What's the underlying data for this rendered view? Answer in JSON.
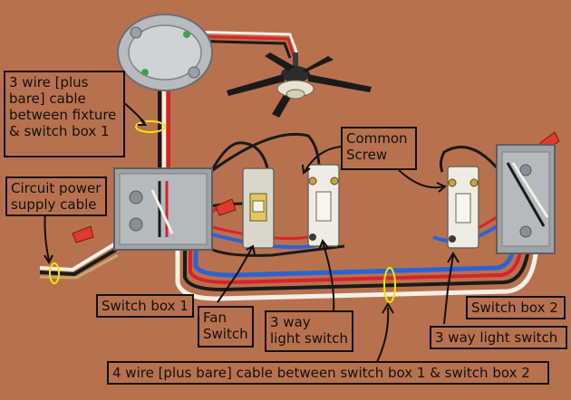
{
  "diagram": {
    "background_color": "#b8714e",
    "wire_colors": {
      "black": "#1a1a1a",
      "red": "#d8232a",
      "white": "#f2efe6",
      "blue": "#2a63d6",
      "bare": "#c9a66b",
      "highlight": "#f2e600"
    },
    "labels": {
      "three_wire_cable": "3 wire [plus\nbare] cable\nbetween fixture\n& switch box 1",
      "circuit_power": "Circuit power\nsupply cable",
      "common_screw": "Common\nScrew",
      "switch_box_1": "Switch box 1",
      "fan_switch": "Fan\nSwitch",
      "three_way_switch_1": "3 way\nlight switch",
      "switch_box_2": "Switch box 2",
      "three_way_switch_2": "3 way light switch",
      "four_wire_cable": "4 wire [plus bare] cable between switch box 1 & switch box 2"
    }
  }
}
